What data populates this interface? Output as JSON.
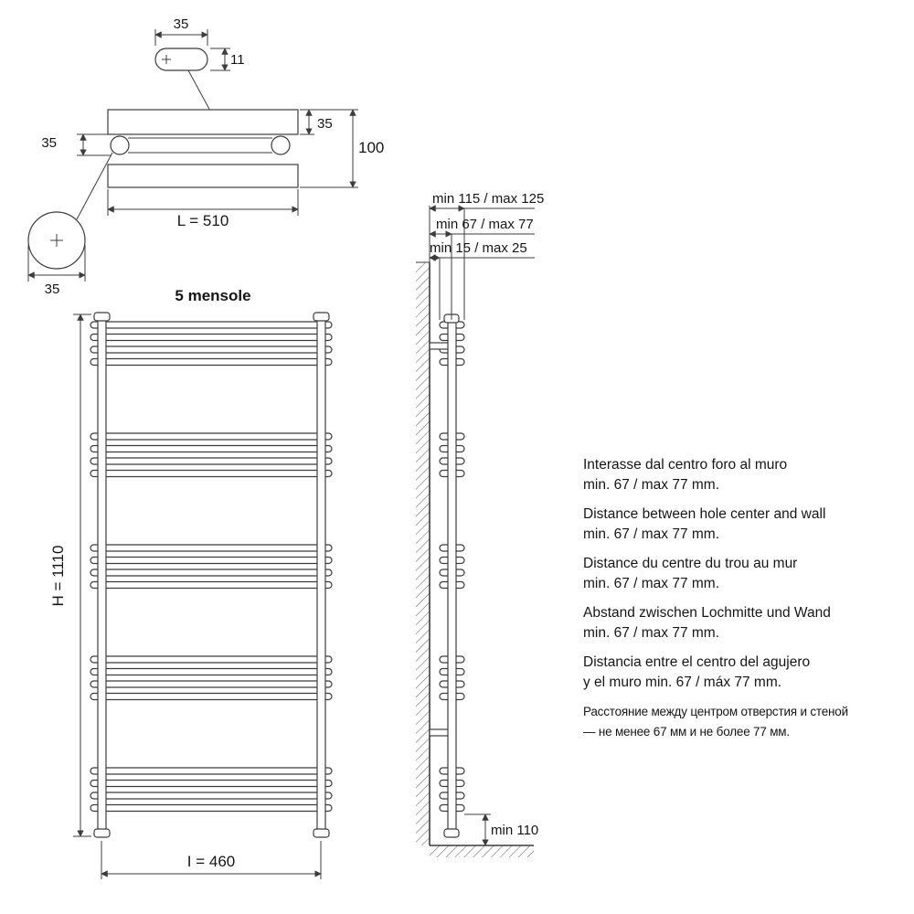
{
  "bracket_detail": {
    "oval_width": "35",
    "oval_height": "11",
    "bar_height_right": "35",
    "total_height": "100",
    "tube_offset_left": "35",
    "length": "L = 510",
    "tube_diameter": "35"
  },
  "front_view": {
    "title": "5 mensole",
    "height": "H = 1110",
    "width": "I = 460"
  },
  "side_view": {
    "wall_to_far": "min 115 / max 125",
    "wall_to_center": "min 67 / max 77",
    "wall_to_near": "min 15 / max 25",
    "floor_clearance": "min 110"
  },
  "notes": {
    "it": [
      "Interasse dal centro foro al muro",
      "min. 67 / max 77 mm."
    ],
    "en": [
      "Distance between hole center and wall",
      "min. 67 / max 77 mm."
    ],
    "fr": [
      "Distance du centre du trou au mur",
      "min. 67 / max 77 mm."
    ],
    "de": [
      "Abstand zwischen Lochmitte und Wand",
      "min. 67 / max 77 mm."
    ],
    "es": [
      "Distancia entre el centro del agujero",
      "y el muro min. 67 / máx 77 mm."
    ],
    "ru": [
      "Расстояние между центром отверстия и стеной",
      "— не менее 67 мм и не более 77 мм."
    ]
  },
  "colors": {
    "line": "#3c3c3c",
    "text": "#161616"
  }
}
